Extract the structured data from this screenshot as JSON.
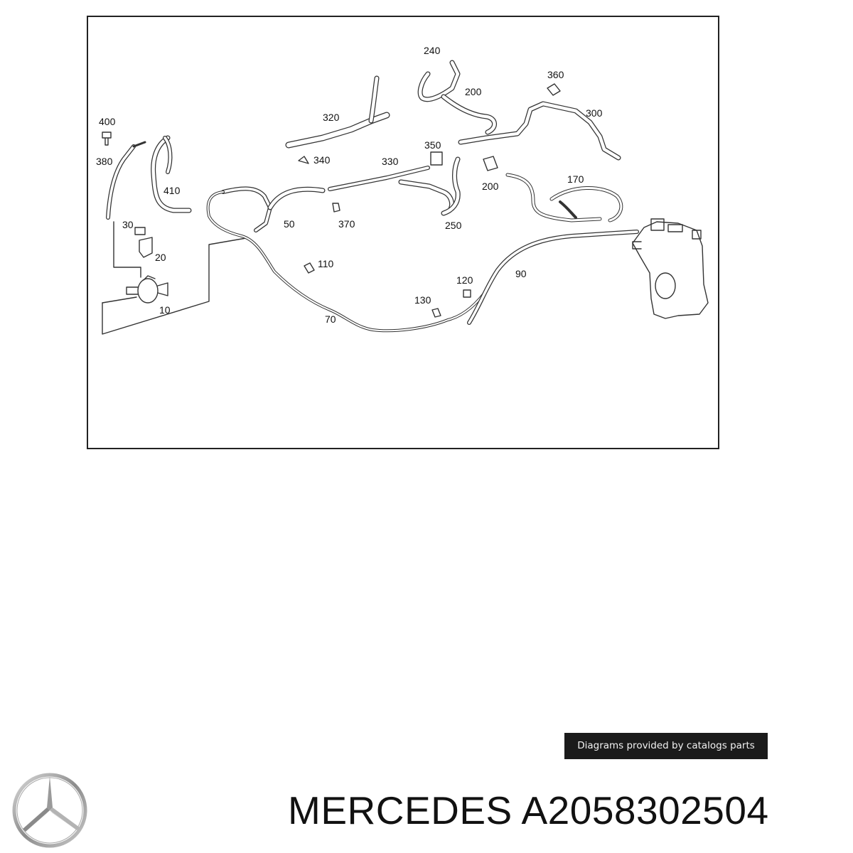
{
  "diagram": {
    "callouts": [
      "240",
      "360",
      "200",
      "320",
      "300",
      "400",
      "380",
      "350",
      "340",
      "330",
      "170",
      "410",
      "200",
      "50",
      "370",
      "250",
      "30",
      "20",
      "110",
      "120",
      "90",
      "130",
      "70",
      "10"
    ]
  },
  "credit": {
    "text": "Diagrams provided by catalogs parts"
  },
  "logo": {
    "icon": "mercedes-star-icon"
  },
  "product": {
    "brand": "MERCEDES",
    "part_number": "A2058302504"
  }
}
